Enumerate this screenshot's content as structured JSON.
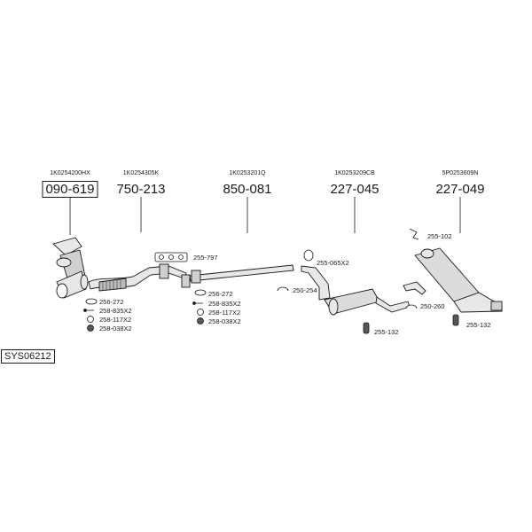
{
  "system_code": "SYS06212",
  "groups": [
    {
      "oe_number": "1K0254200HX",
      "part_number": "090-619",
      "boxed": true
    },
    {
      "oe_number": "1K0254305K",
      "part_number": "750-213",
      "boxed": false
    },
    {
      "oe_number": "1K0253201Q",
      "part_number": "850-081",
      "boxed": false
    },
    {
      "oe_number": "1K0253209CB",
      "part_number": "227-045",
      "boxed": false
    },
    {
      "oe_number": "5P0253609N",
      "part_number": "227-049",
      "boxed": false
    }
  ],
  "accessories": {
    "a1": "256-272",
    "a2": "258-835X2",
    "a3": "258-117X2",
    "a4": "258-038X2",
    "b0": "255-797",
    "b1": "256-272",
    "b2": "258-835X2",
    "b3": "258-117X2",
    "b4": "258-038X2",
    "c1": "255-065X2",
    "c2": "250-254",
    "d1": "255-132",
    "e1": "255-102",
    "e2": "250-260",
    "e3": "255-132"
  },
  "colors": {
    "ink": "#1a1a1a",
    "part_fill": "#e8e8e8",
    "part_shade": "#9a9a9a"
  }
}
